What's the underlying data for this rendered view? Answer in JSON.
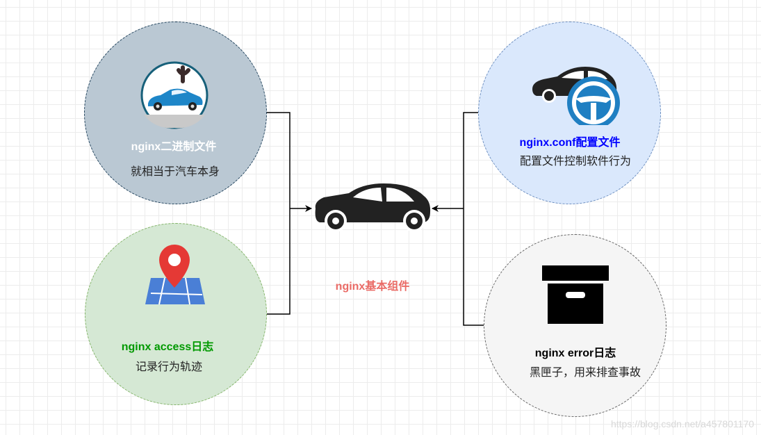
{
  "nodes": {
    "binary": {
      "title": "nginx二进制文件",
      "desc": "就相当于汽车本身",
      "icon": "car-repair-icon",
      "fill": "#bac8d3",
      "stroke": "#23445d",
      "title_color": "#ffffff"
    },
    "conf": {
      "title": "nginx.conf配置文件",
      "desc": "配置文件控制软件行为",
      "icon": "car-steering-wheel-icon",
      "fill": "#dae8fc",
      "stroke": "#6c8ebf",
      "title_color": "#0000ff"
    },
    "access": {
      "title": "nginx access日志",
      "desc": "记录行为轨迹",
      "icon": "map-pin-icon",
      "fill": "#d5e8d4",
      "stroke": "#82b366",
      "title_color": "#009900"
    },
    "error": {
      "title": "nginx error日志",
      "desc": "黑匣子，用来排查事故",
      "icon": "black-box-icon",
      "fill": "#f5f5f5",
      "stroke": "#666666",
      "title_color": "#000000"
    }
  },
  "center": {
    "label": "nginx基本组件",
    "icon": "car-icon",
    "label_color": "#ea6b66"
  },
  "watermark": "https://blog.csdn.net/a457801170"
}
